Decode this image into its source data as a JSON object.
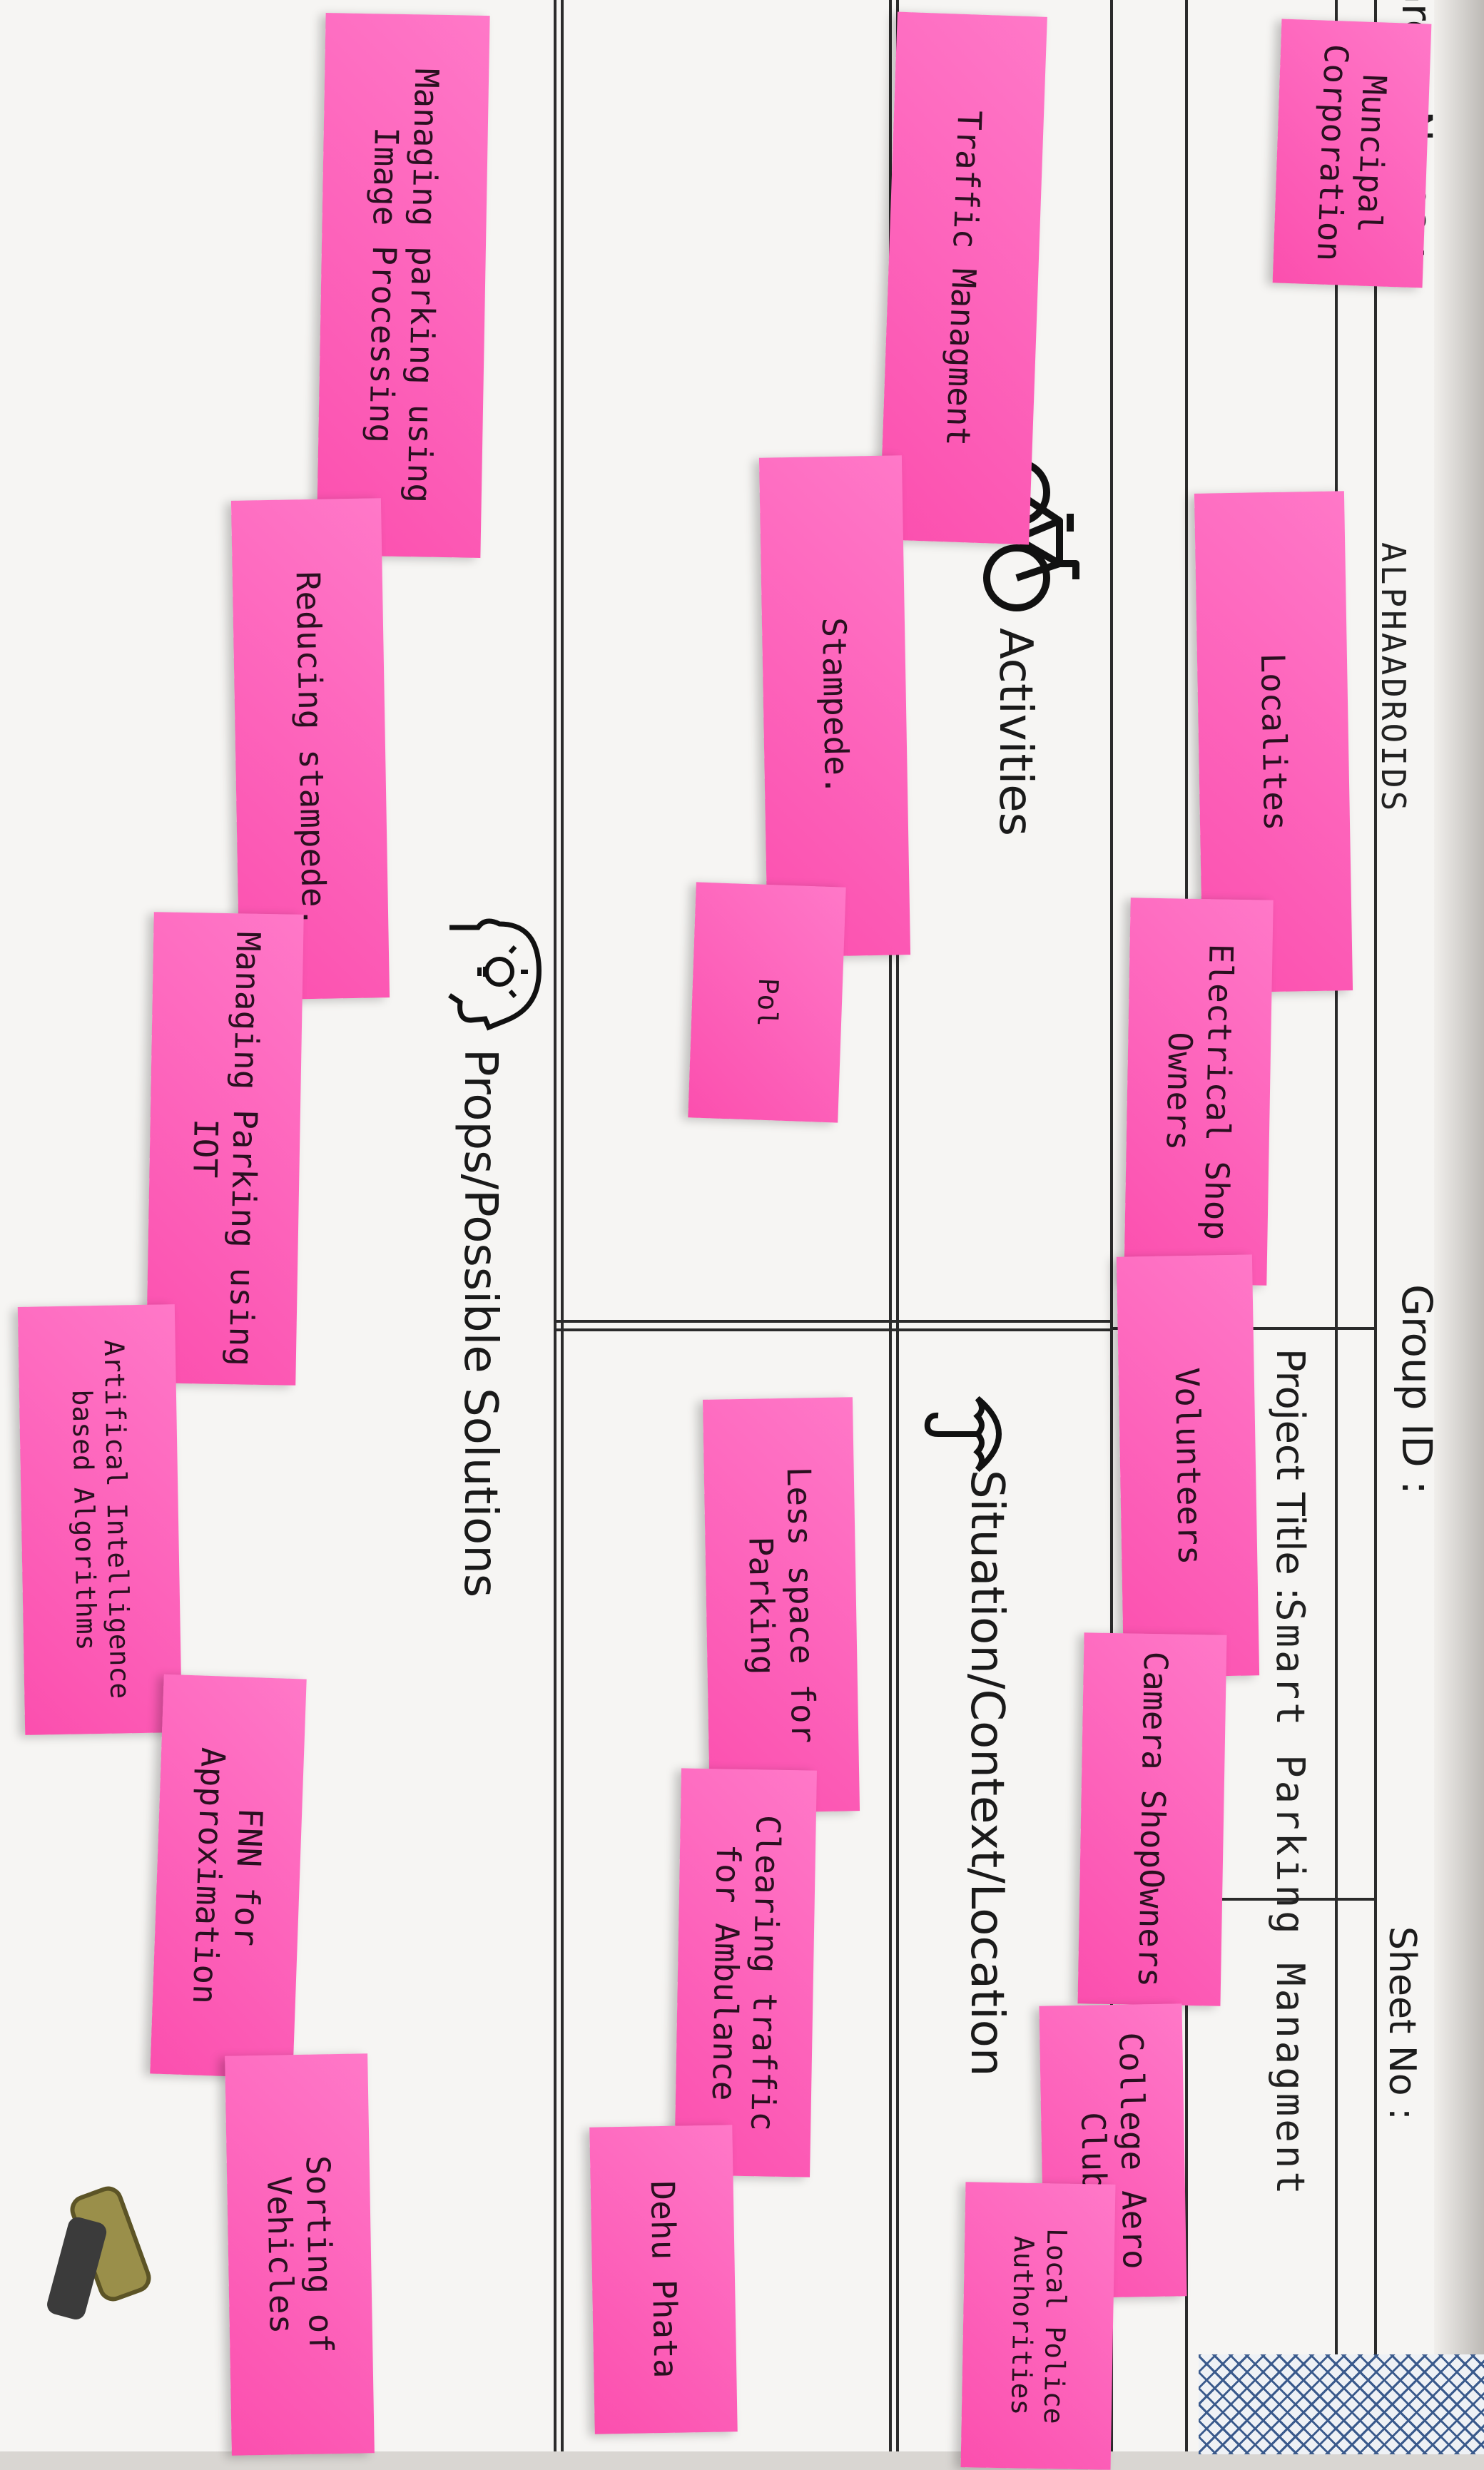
{
  "header": {
    "group_name_label": "Group Name :",
    "group_name_value": "ALPHAADROIDS",
    "group_id_label": "Group ID :",
    "project_title_label": "Project Title :",
    "project_title_value": "Smart Parking Managment",
    "sheet_no_label": "Sheet No :"
  },
  "sections": {
    "actors_notes": [
      "Muncipal Corporation",
      "Localites",
      "Electrical Shop Owners",
      "Volunteers",
      "Camera ShopOwners",
      "College Aero Club",
      "Local Police Authorities"
    ],
    "activities_title": "Activities",
    "activities_notes": [
      "Traffic Managment",
      "Stampede.",
      "Pol"
    ],
    "situation_title": "Situation/Context/Location",
    "situation_notes": [
      "Less space for Parking",
      "Clearing traffic for Ambulance",
      "Dehu Phata"
    ],
    "props_title": "Props/Possible Solutions",
    "props_notes": [
      "Managing parking using Image Processing",
      "Reducing stampede.",
      "Managing Parking using IOT",
      "Artifical Intelligence based Algorithms",
      "FNN for Approximation",
      "Sorting of Vehicles"
    ]
  },
  "colors": {
    "sticky": "#fb5cb5",
    "paper": "#f6f5f3",
    "ink": "#1c1c1c"
  }
}
